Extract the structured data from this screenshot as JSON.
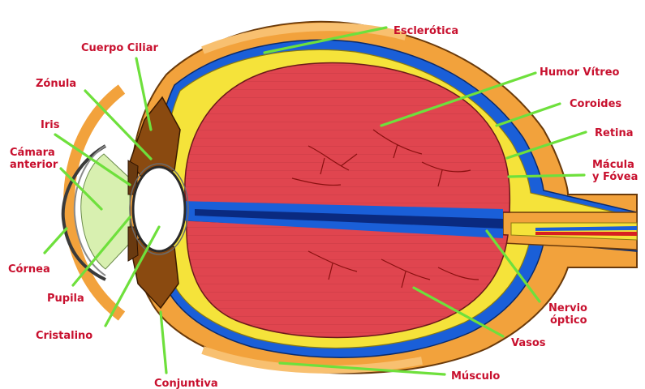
{
  "diagram": {
    "labels": {
      "esclerotica": "Esclerótica",
      "cuerpo_ciliar": "Cuerpo Ciliar",
      "zonula": "Zónula",
      "humor_vitreo": "Humor Vítreo",
      "iris": "Iris",
      "coroides": "Coroides",
      "camara_line1": "Cámara",
      "camara_line2": "anterior",
      "retina": "Retina",
      "macula_line1": "Mácula",
      "macula_line2": "y Fóvea",
      "cornea": "Córnea",
      "pupila": "Pupila",
      "nervio_line1": "Nervio",
      "nervio_line2": "óptico",
      "cristalino": "Cristalino",
      "vasos": "Vasos",
      "musculo": "Músculo",
      "conjuntiva": "Conjuntiva"
    },
    "colors": {
      "label_text": "#c8102e",
      "leader_lines": "#6ee03c",
      "sclera": "#f2a23c",
      "choroid": "#1a5fd8",
      "retina": "#f5e33a",
      "vitreous": "#e0454f",
      "ciliary_body": "#8a4a10",
      "lens": "#ffffff",
      "anterior_chamber": "#d8f0b0"
    }
  }
}
